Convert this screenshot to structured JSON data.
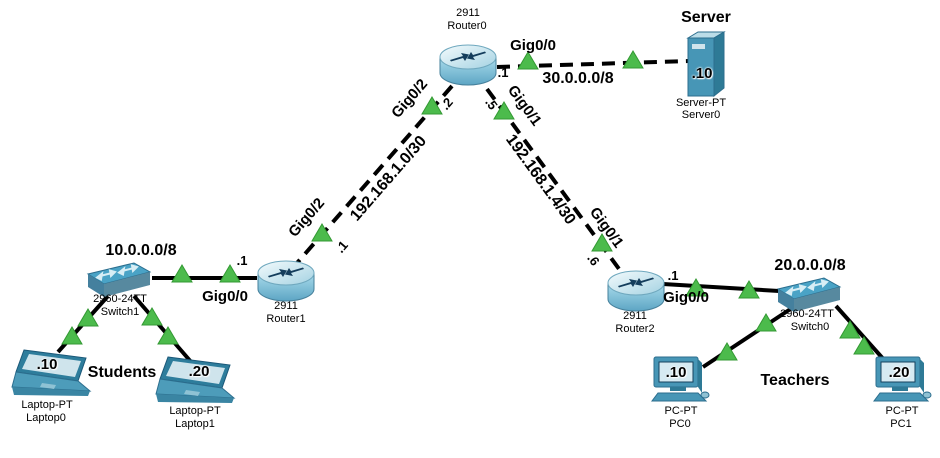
{
  "groups": {
    "students": "Students",
    "teachers": "Teachers"
  },
  "networks": {
    "students_lan": "10.0.0.0/8",
    "teachers_lan": "20.0.0.0/8",
    "server_lan": "30.0.0.0/8",
    "wan_left": "192.168.1.0/30",
    "wan_right": "192.168.1.4/30"
  },
  "devices": {
    "router0": {
      "model": "2911",
      "name": "Router0"
    },
    "router1": {
      "model": "2911",
      "name": "Router1"
    },
    "router2": {
      "model": "2911",
      "name": "Router2"
    },
    "switch1": {
      "model": "2960-24TT",
      "name": "Switch1"
    },
    "switch0": {
      "model": "2960-24TT",
      "name": "Switch0"
    },
    "server0": {
      "title": "Server",
      "model": "Server-PT",
      "name": "Server0",
      "ip": ".10"
    },
    "laptop0": {
      "model": "Laptop-PT",
      "name": "Laptop0",
      "ip": ".10"
    },
    "laptop1": {
      "model": "Laptop-PT",
      "name": "Laptop1",
      "ip": ".20"
    },
    "pc0": {
      "model": "PC-PT",
      "name": "PC0",
      "ip": ".10"
    },
    "pc1": {
      "model": "PC-PT",
      "name": "PC1",
      "ip": ".20"
    }
  },
  "links": {
    "r0_server": {
      "iface_r0": "Gig0/0",
      "ip_r0": ".1"
    },
    "r0_r1": {
      "iface_r0": "Gig0/2",
      "ip_r0": ".2",
      "iface_r1": "Gig0/2",
      "ip_r1": ".1"
    },
    "r0_r2": {
      "iface_r0": "Gig0/1",
      "ip_r0": ".5",
      "iface_r2": "Gig0/1",
      "ip_r2": ".6"
    },
    "r1_sw1": {
      "iface_r1": "Gig0/0",
      "ip_r1": ".1"
    },
    "r2_sw0": {
      "iface_r2": "Gig0/0",
      "ip_r2": ".1"
    }
  },
  "icons": {
    "router": "router-icon",
    "switch": "switch-icon",
    "server": "server-icon",
    "laptop": "laptop-icon",
    "pc": "pc-icon",
    "link_status_up": "link-status-up-icon"
  },
  "colors": {
    "link": "#000000",
    "status_up_triangle": "#4cbb4c",
    "device_fill": "#4796b6",
    "text": "#000000"
  }
}
